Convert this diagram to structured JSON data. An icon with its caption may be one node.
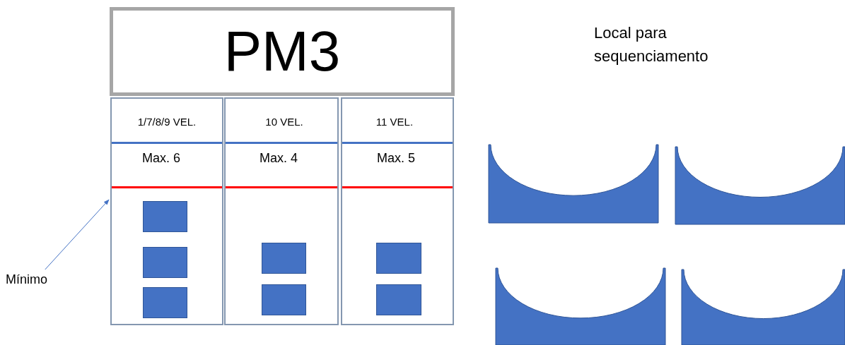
{
  "diagram": {
    "nodes": [
      {
        "text": [
          "PM3"
        ]
      },
      {
        "text": [
          "1/7/8/9 VEL.",
          "Max. 6"
        ]
      },
      {
        "text": [
          "10 VEL.",
          "Max. 4"
        ]
      },
      {
        "text": [
          "11 VEL.",
          "Max. 5"
        ]
      },
      {
        "text": [],
        "shape": "box",
        "in": 1
      },
      {
        "text": [],
        "shape": "box",
        "in": 1
      },
      {
        "text": [],
        "shape": "box",
        "in": 1
      },
      {
        "text": [],
        "shape": "box",
        "in": 2
      },
      {
        "text": [],
        "shape": "box",
        "in": 2
      },
      {
        "text": [],
        "shape": "box",
        "in": 3
      },
      {
        "text": [],
        "shape": "box",
        "in": 3
      },
      {
        "text": [
          "Mínimo"
        ]
      },
      {
        "text": [],
        "shape": "saddle"
      },
      {
        "text": [],
        "shape": "saddle"
      },
      {
        "text": [],
        "shape": "saddle"
      },
      {
        "text": [],
        "shape": "saddle"
      }
    ],
    "edges": [
      {
        "from": 11,
        "to": 1,
        "arrow": "to"
      }
    ],
    "labels": [
      "Local para sequenciamento"
    ]
  }
}
